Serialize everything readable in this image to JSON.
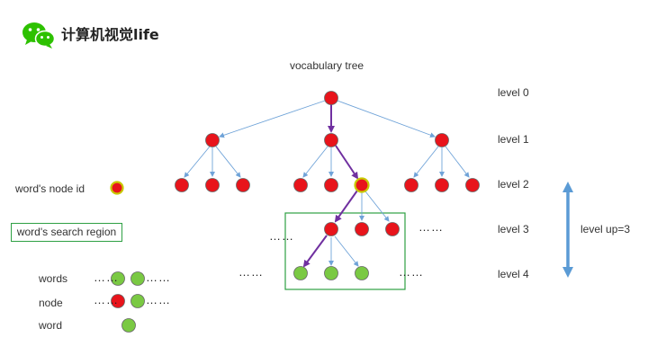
{
  "brand": {
    "text": "计算机视觉life",
    "logo_icon": "wechat-logo-icon",
    "logo_color": "#2dc100"
  },
  "diagram": {
    "title": "vocabulary tree",
    "levels": [
      "level 0",
      "level 1",
      "level 2",
      "level 3",
      "level 4"
    ],
    "level_up_label": "level up=3",
    "ellipsis": "……",
    "legend": {
      "node_id_label": "word's node id",
      "search_region_label": "word's search region",
      "words_label": "words",
      "node_label": "node",
      "word_label": "word"
    },
    "colors": {
      "node": "#e8141b",
      "word": "#7ac943",
      "edge": "#6fa3d8",
      "path": "#7030a0",
      "region": "#2ea043",
      "highlight_ring": "#c8c800",
      "level_arrow": "#5b9bd5"
    }
  }
}
